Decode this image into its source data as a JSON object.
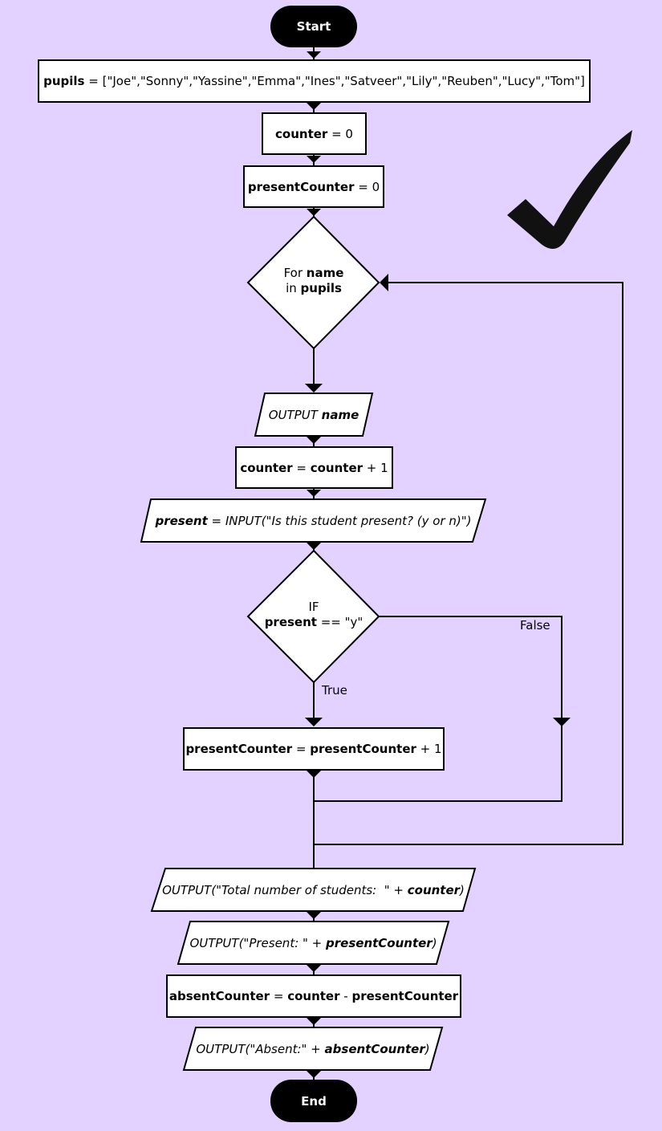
{
  "start": "Start",
  "end": "End",
  "pupils": {
    "var": "pupils",
    "op": " = ",
    "list": "[\"Joe\",\"Sonny\",\"Yassine\",\"Emma\",\"Ines\",\"Satveer\",\"Lily\",\"Reuben\",\"Lucy\",\"Tom\"]"
  },
  "counter_init": {
    "var": "counter",
    "rest": " = 0"
  },
  "present_counter_init": {
    "var": "presentCounter",
    "rest": " = 0"
  },
  "loop": {
    "for": "For ",
    "var": "name",
    "in": "in ",
    "list": "pupils"
  },
  "output_name": {
    "prefix": "OUTPUT ",
    "var": "name"
  },
  "counter_inc": {
    "var": "counter",
    "eq": " = ",
    "var2": "counter",
    "rest": " + 1"
  },
  "input_present": {
    "var": "present",
    "rest": " = INPUT(\"Is this student present? (y or n)\")"
  },
  "if_present": {
    "if": "IF",
    "var": "present",
    "rest": " == \"y\""
  },
  "true_label": "True",
  "false_label": "False",
  "present_inc": {
    "var": "presentCounter",
    "eq": " = ",
    "var2": "presentCounter",
    "rest": " + 1"
  },
  "output_total": {
    "prefix": "OUTPUT(\"Total number of students:  \" + ",
    "var": "counter",
    "suffix": ")"
  },
  "output_present": {
    "prefix": "OUTPUT(\"Present: \" + ",
    "var": "presentCounter",
    "suffix": ")"
  },
  "absent_calc": {
    "var": "absentCounter",
    "eq": " = ",
    "var2": "counter",
    "minus": " - ",
    "var3": "presentCounter"
  },
  "output_absent": {
    "prefix": "OUTPUT(\"Absent:\" + ",
    "var": "absentCounter",
    "suffix": ")"
  }
}
